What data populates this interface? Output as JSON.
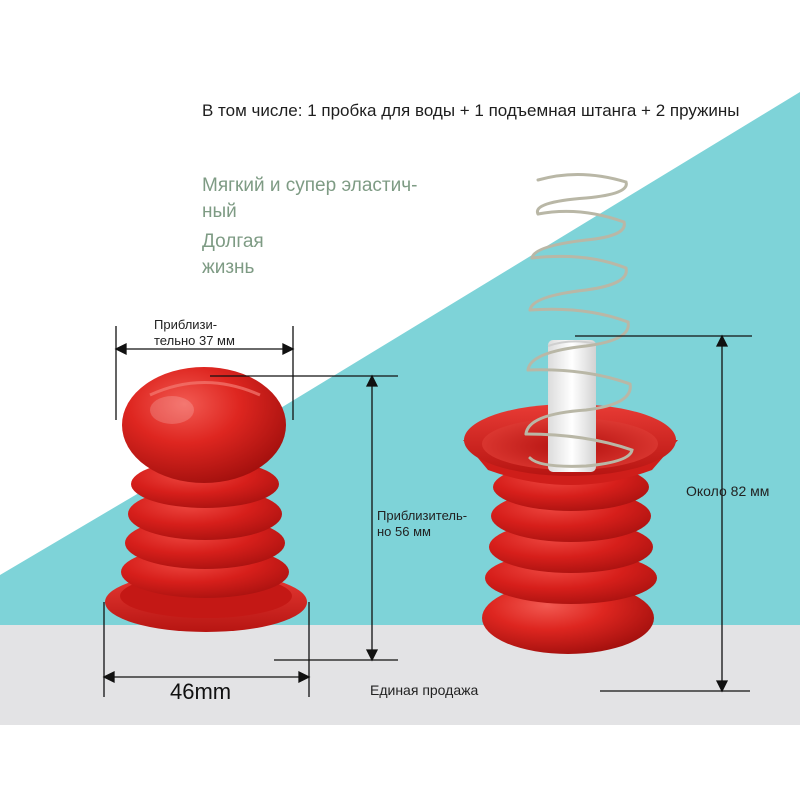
{
  "description": {
    "intro": "В том числе: 1 пробка для воды + 1 подъемная штанга + 2 пружины",
    "features": [
      [
        "Мягкий и супер эластич-",
        "ный"
      ],
      [
        "Долгая",
        "жизнь"
      ]
    ]
  },
  "dimensions": {
    "top_width": [
      "Приблизи-",
      "тельно 37 мм"
    ],
    "body_height": [
      "Приблизитель-",
      "но 56 мм"
    ],
    "total_height": "Около 82 мм",
    "base_width": "46mm"
  },
  "sale_note": "Единая продажа",
  "colors": {
    "background": "#ffffff",
    "cyan_panel": "#7ed3d8",
    "grey_floor": "#e3e3e5",
    "stopper_red": "#d91f1c",
    "rod_white": "#f5f5f5",
    "spring_metal": "#b9b7a6",
    "feature_text": "#7e9b84"
  }
}
